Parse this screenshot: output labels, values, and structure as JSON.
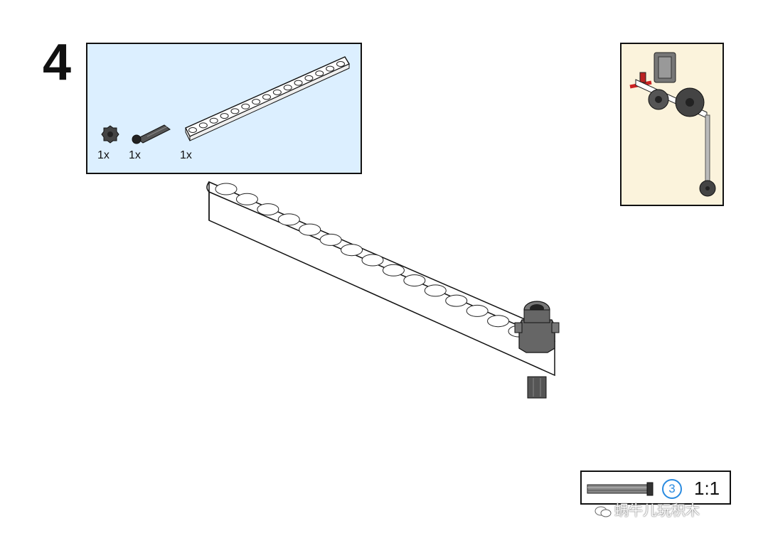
{
  "step": {
    "number": "4"
  },
  "parts": [
    {
      "icon": "gear-icon",
      "qty": "1x"
    },
    {
      "icon": "axle-pin-icon",
      "qty": "1x"
    },
    {
      "icon": "beam-icon",
      "qty": "1x"
    }
  ],
  "scale": {
    "circle_label": "3",
    "ratio": "1:1"
  },
  "watermark": {
    "text": "蜗牛儿玩积木"
  },
  "colors": {
    "parts_bg": "#dcefff",
    "preview_bg": "#fbf3dc",
    "accent": "#2a8be0"
  }
}
